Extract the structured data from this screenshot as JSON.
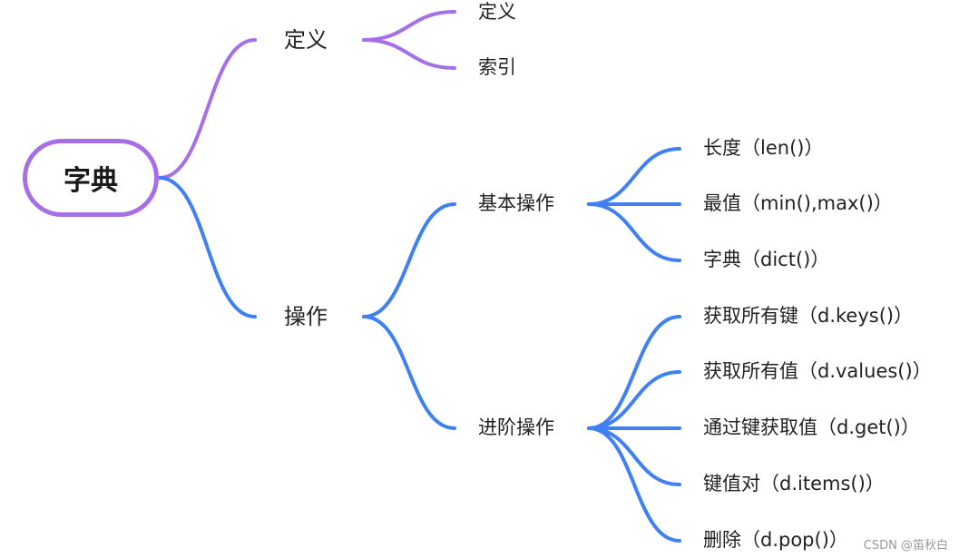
{
  "colors": {
    "root_border": "#a66fe8",
    "branch_definition": "#a66fe8",
    "branch_operation": "#3f80f5"
  },
  "root": {
    "label": "字典"
  },
  "definition": {
    "label": "定义",
    "children": [
      "定义",
      "索引"
    ]
  },
  "operation": {
    "label": "操作",
    "basic": {
      "label": "基本操作",
      "children": [
        "长度（len()）",
        "最值（min(),max()）",
        "字典（dict()）"
      ]
    },
    "advanced": {
      "label": "进阶操作",
      "children": [
        "获取所有键（d.keys()）",
        "获取所有值（d.values()）",
        "通过键获取值（d.get()）",
        "键值对（d.items()）",
        "删除（d.pop()）"
      ]
    }
  },
  "watermark": "CSDN @笛秋白"
}
